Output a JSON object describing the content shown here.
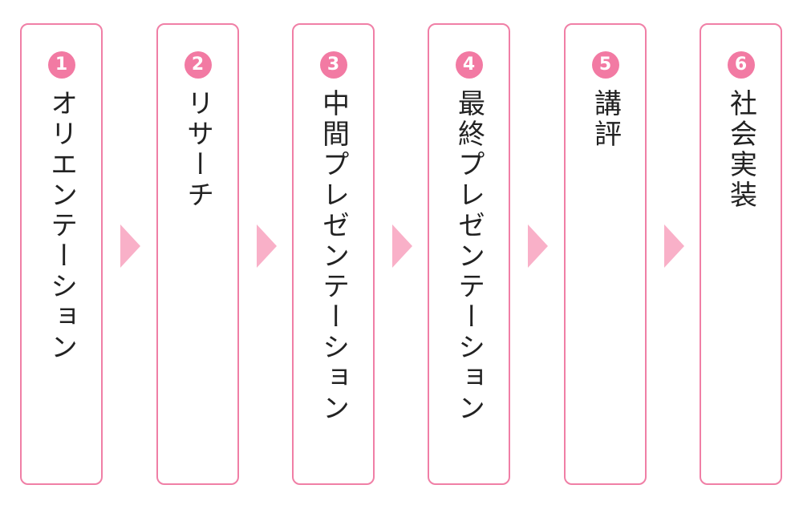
{
  "colors": {
    "border": "#f07fa6",
    "badge": "#f27aa3",
    "arrow": "#f9b0c8",
    "text": "#222222"
  },
  "steps": [
    {
      "number": "1",
      "label": "オリエンテーション"
    },
    {
      "number": "2",
      "label": "リサーチ"
    },
    {
      "number": "3",
      "label": "中間プレゼンテーション"
    },
    {
      "number": "4",
      "label": "最終プレゼンテーション"
    },
    {
      "number": "5",
      "label": "講評"
    },
    {
      "number": "6",
      "label": "社会実装"
    }
  ]
}
